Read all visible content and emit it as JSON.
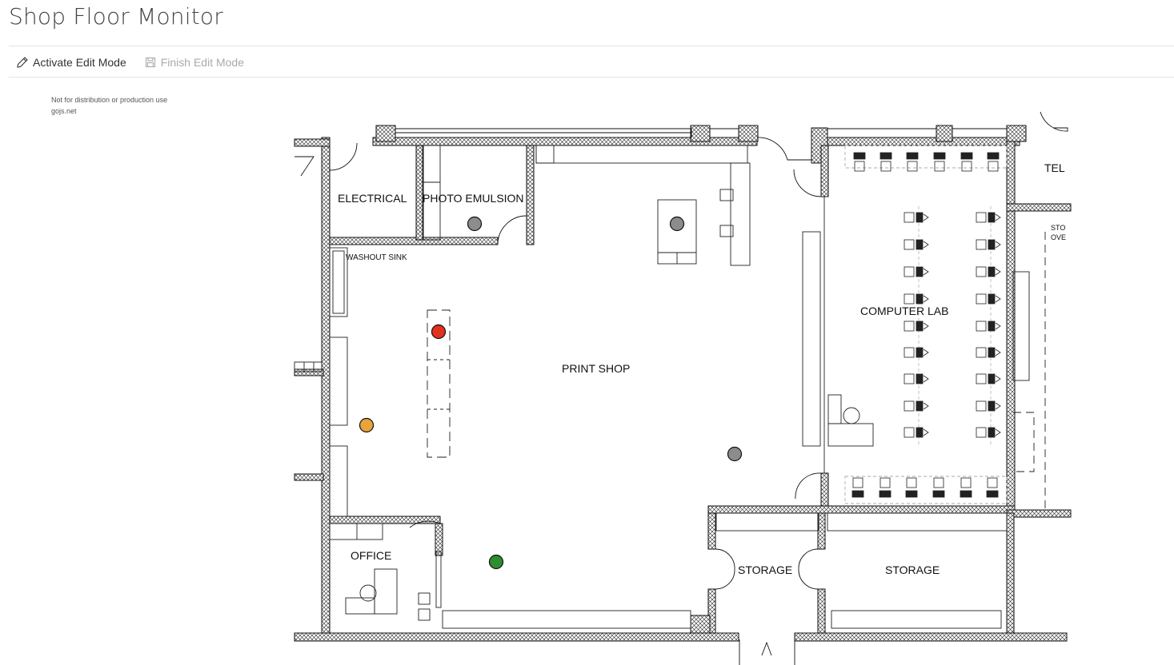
{
  "page": {
    "title": "Shop Floor Monitor"
  },
  "toolbar": {
    "activate": {
      "label": "Activate Edit Mode",
      "icon": "pencil-icon"
    },
    "finish": {
      "label": "Finish Edit Mode",
      "icon": "save-icon",
      "disabled": true
    }
  },
  "watermark": {
    "line1": "Not for distribution or production use",
    "line2": "gojs.net"
  },
  "floorplan": {
    "rooms": {
      "electrical": "ELECTRICAL",
      "photo": "PHOTO EMULSION",
      "washout": "WASHOUT SINK",
      "print": "PRINT SHOP",
      "computer": "COMPUTER LAB",
      "office": "OFFICE",
      "storage1": "STORAGE",
      "storage2": "STORAGE",
      "tel": "TEL",
      "sto": "STO",
      "ove": "OVE"
    },
    "status_colors": {
      "idle": "#8c8c8c",
      "alert": "#e0321e",
      "warning": "#e8a33a",
      "ok": "#2f8c2f"
    },
    "stations": [
      {
        "id": "photo-emulsion",
        "status": "idle"
      },
      {
        "id": "print-table",
        "status": "idle"
      },
      {
        "id": "print-center",
        "status": "alert"
      },
      {
        "id": "print-west",
        "status": "warning"
      },
      {
        "id": "print-east",
        "status": "idle"
      },
      {
        "id": "office-south",
        "status": "ok"
      }
    ]
  }
}
